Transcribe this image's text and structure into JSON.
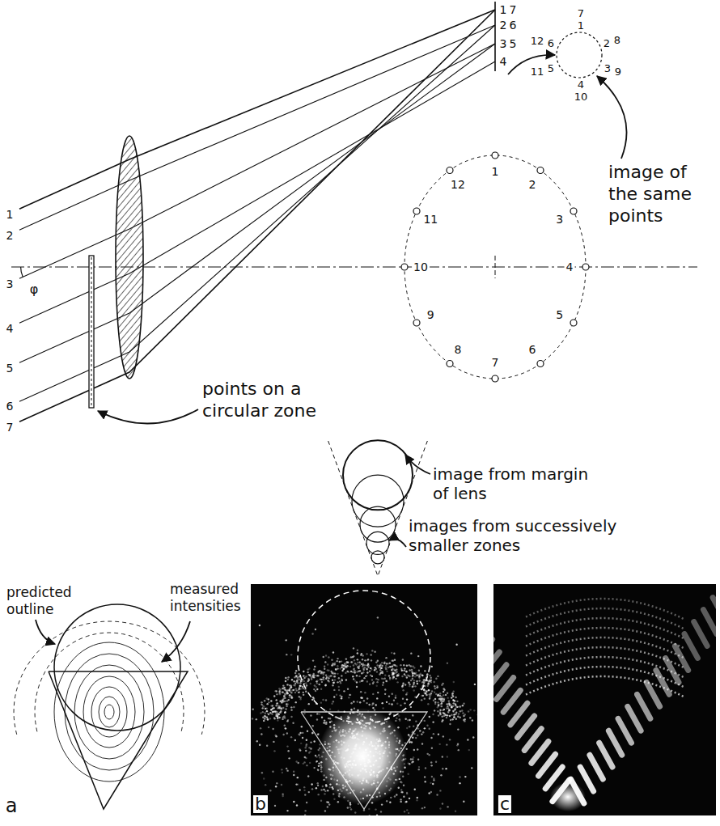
{
  "diagram": {
    "labels": [
      "1",
      "7",
      "2",
      "6",
      "3",
      "5",
      "4",
      "7",
      "1",
      "12",
      "6",
      "2",
      "8",
      "5",
      "11",
      "3",
      "9",
      "4",
      "10",
      "image of the same points",
      "1",
      "2",
      "3",
      "φ",
      "4",
      "5",
      "6",
      "7",
      "1",
      "2",
      "3",
      "4",
      "5",
      "6",
      "7",
      "8",
      "9",
      "10",
      "11",
      "12",
      "points on a circular zone",
      "image from margin of lens",
      "images from successively smaller zones",
      "predicted outline",
      "measured intensities",
      "a",
      "b",
      "c"
    ]
  }
}
